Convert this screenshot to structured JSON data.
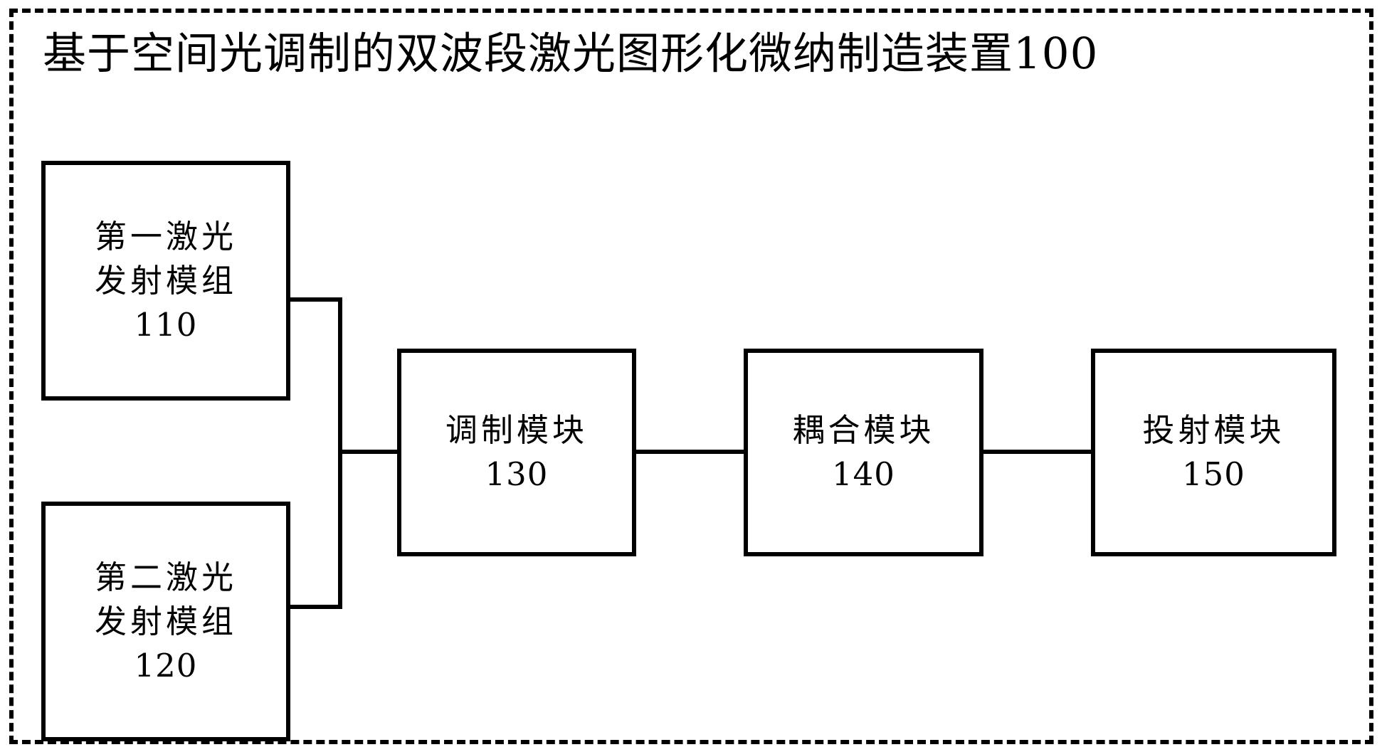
{
  "figure": {
    "title": "基于空间光调制的双波段激光图形化微纳制造装置100",
    "type": "block-diagram",
    "enclosure_style": "dashed",
    "line_color": "#000000",
    "background_color": "#ffffff"
  },
  "modules": {
    "laser_one": {
      "line1": "第一激光",
      "line2": "发射模组",
      "ref": "110"
    },
    "laser_two": {
      "line1": "第二激光",
      "line2": "发射模组",
      "ref": "120"
    },
    "modulation": {
      "line1": "调制模块",
      "ref": "130"
    },
    "coupling": {
      "line1": "耦合模块",
      "ref": "140"
    },
    "projection": {
      "line1": "投射模块",
      "ref": "150"
    }
  },
  "connections": [
    {
      "from": "laser_one",
      "to": "modulation",
      "style": "orthogonal-merge"
    },
    {
      "from": "laser_two",
      "to": "modulation",
      "style": "orthogonal-merge"
    },
    {
      "from": "modulation",
      "to": "coupling",
      "style": "straight"
    },
    {
      "from": "coupling",
      "to": "projection",
      "style": "straight"
    }
  ]
}
